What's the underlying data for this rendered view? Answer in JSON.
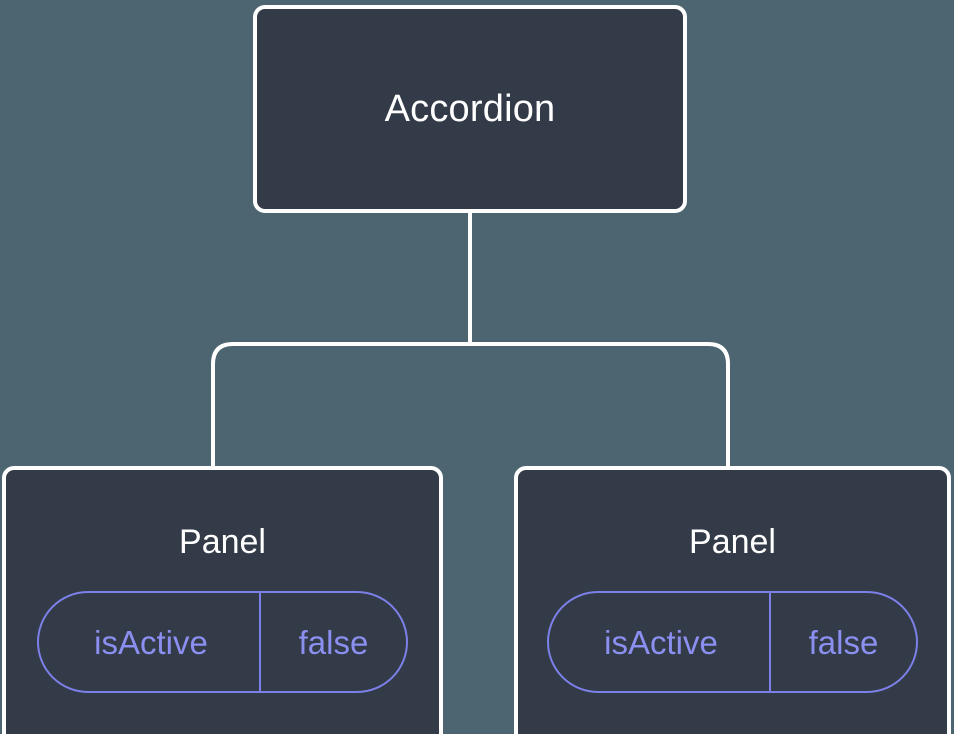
{
  "canvas": {
    "background_color": "#4d6570",
    "node_fill_color": "#333a48",
    "node_border_color": "#ffffff",
    "edge_color": "#ffffff",
    "accent_color": "#7c80e8"
  },
  "tree": {
    "root": {
      "label": "Accordion"
    },
    "children": [
      {
        "label": "Panel",
        "prop": {
          "key": "isActive",
          "value": "false"
        }
      },
      {
        "label": "Panel",
        "prop": {
          "key": "isActive",
          "value": "false"
        }
      }
    ]
  }
}
